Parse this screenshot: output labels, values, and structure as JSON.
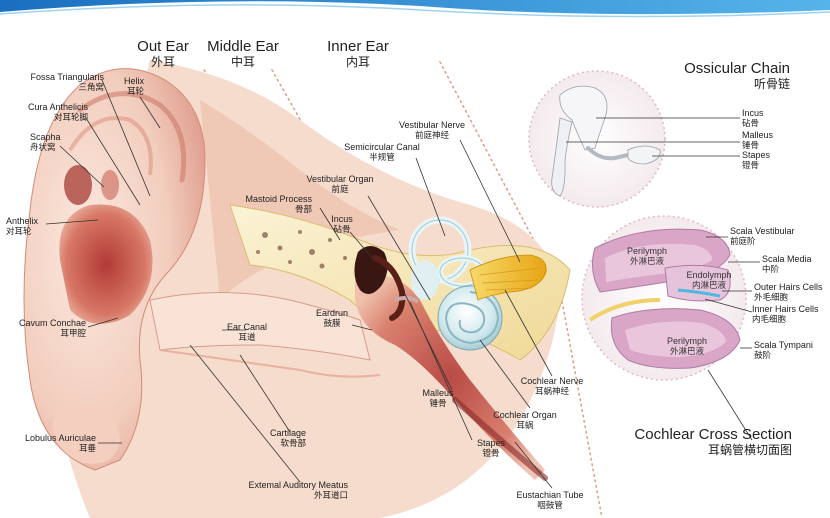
{
  "headings": {
    "out_ear": {
      "en": "Out Ear",
      "zh": "外耳"
    },
    "middle_ear": {
      "en": "Middle Ear",
      "zh": "中耳"
    },
    "inner_ear": {
      "en": "Inner Ear",
      "zh": "内耳"
    },
    "ossicular_chain": {
      "en": "Ossicular Chain",
      "zh": "听骨链"
    },
    "cochlear_section": {
      "en": "Cochlear Cross Section",
      "zh": "耳蜗管横切面图"
    }
  },
  "labels": {
    "fossa": {
      "en": "Fossa Triangularis",
      "zh": "三角窝"
    },
    "helix": {
      "en": "Helix",
      "zh": "耳轮"
    },
    "cura": {
      "en": "Cura Anthelicis",
      "zh": "对耳轮脚"
    },
    "scapha": {
      "en": "Scapha",
      "zh": "舟状窝"
    },
    "anthelix": {
      "en": "Anthelix",
      "zh": "对耳轮"
    },
    "cavum": {
      "en": "Cavum Conchae",
      "zh": "耳甲腔"
    },
    "lobulus": {
      "en": "Lobulus Auriculae",
      "zh": "耳垂"
    },
    "ear_canal": {
      "en": "Ear Canal",
      "zh": "耳道"
    },
    "cartilage": {
      "en": "Cartilage",
      "zh": "软骨部"
    },
    "external_meatus": {
      "en": "Extemal Auditory Meatus",
      "zh": "外耳道口"
    },
    "mastoid": {
      "en": "Mastoid Process",
      "zh": "骨部"
    },
    "vestibular_organ": {
      "en": "Vestibular Organ",
      "zh": "前庭"
    },
    "semicircular": {
      "en": "Semicircular Canal",
      "zh": "半规管"
    },
    "vestibular_nerve": {
      "en": "Vestibular Nerve",
      "zh": "前庭神经"
    },
    "incus": {
      "en": "Incus",
      "zh": "砧骨"
    },
    "eardrum": {
      "en": "Eardrun",
      "zh": "鼓膜"
    },
    "malleus": {
      "en": "Malleus",
      "zh": "锤骨"
    },
    "stapes": {
      "en": "Stapes",
      "zh": "镫骨"
    },
    "cochlear_nerve": {
      "en": "Cochlear Nerve",
      "zh": "耳蜗神经"
    },
    "cochlear_organ": {
      "en": "Cochlear Organ",
      "zh": "耳蜗"
    },
    "eustachian": {
      "en": "Eustachian Tube",
      "zh": "咽鼓管"
    },
    "oc_incus": {
      "en": "Incus",
      "zh": "砧骨"
    },
    "oc_malleus": {
      "en": "Malleus",
      "zh": "锤骨"
    },
    "oc_stapes": {
      "en": "Stapes",
      "zh": "镫骨"
    },
    "scala_vestibular": {
      "en": "Scala Vestibular",
      "zh": "前庭阶"
    },
    "scala_media": {
      "en": "Scala Media",
      "zh": "中阶"
    },
    "outer_hairs": {
      "en": "Outer Hairs Cells",
      "zh": "外毛细胞"
    },
    "inner_hairs": {
      "en": "Inner Hairs Cells",
      "zh": "内毛细胞"
    },
    "scala_tympani": {
      "en": "Scala Tympani",
      "zh": "鼓阶"
    },
    "perilymph_top": {
      "en": "Perilymph",
      "zh": "外淋巴液"
    },
    "endolymph": {
      "en": "Endolymph",
      "zh": "内淋巴液"
    },
    "perilymph_bottom": {
      "en": "Perilymph",
      "zh": "外淋巴液"
    }
  },
  "colors": {
    "skin": "#f3d3c4",
    "skin_shadow": "#c8685a",
    "bone": "#f6e6b0",
    "canal": "#7a1e22",
    "cochlea": "#d8eef2",
    "nerve": "#f2c32e",
    "membrane": "#d9a6c8",
    "header_wave": "#2a8fd6"
  }
}
